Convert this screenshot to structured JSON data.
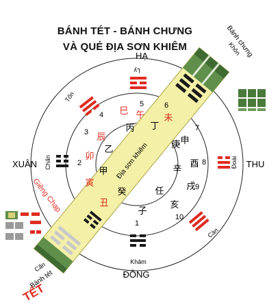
{
  "title": {
    "line1": "BÁNH TÉT - BÁNH CHƯNG",
    "line2": "VÀ QUẺ ĐỊA SƠN KHIÊM"
  },
  "directions": {
    "top": "HẠ",
    "bottom": "ĐÔNG",
    "left": "XUÂN",
    "right": "THU"
  },
  "trigrams": {
    "ly": "Ly",
    "ton": "Tốn",
    "chan": "Chấn",
    "khon_top": "Khôn",
    "doai": "Đoài",
    "can_right": "Càn",
    "kham": "Khảm",
    "can_left": "Cấn"
  },
  "numbers": [
    "1",
    "2",
    "3",
    "4",
    "5",
    "6",
    "7",
    "8",
    "9",
    "10"
  ],
  "branches_red": [
    "巳",
    "午",
    "未",
    "辰",
    "卯",
    "寅",
    "丑"
  ],
  "branches_dark": [
    "申",
    "酉",
    "戌",
    "亥",
    "子"
  ],
  "stems": [
    "丙",
    "丁",
    "乙",
    "庚",
    "辛",
    "甲",
    "任",
    "癸"
  ],
  "band_labels": {
    "center": "Địa sơn khiêm",
    "giang_chap": "Giêng Chạp"
  },
  "packages": {
    "top_label": "Bánh chưng",
    "bottom_label": "Bánh tét",
    "tet": "TẾT"
  },
  "colors": {
    "red": "#e02b20",
    "band_fill": "#f4f0a8",
    "band_stroke": "#b8b05a",
    "leaf_green": "#4a7a3a",
    "black": "#111111"
  }
}
